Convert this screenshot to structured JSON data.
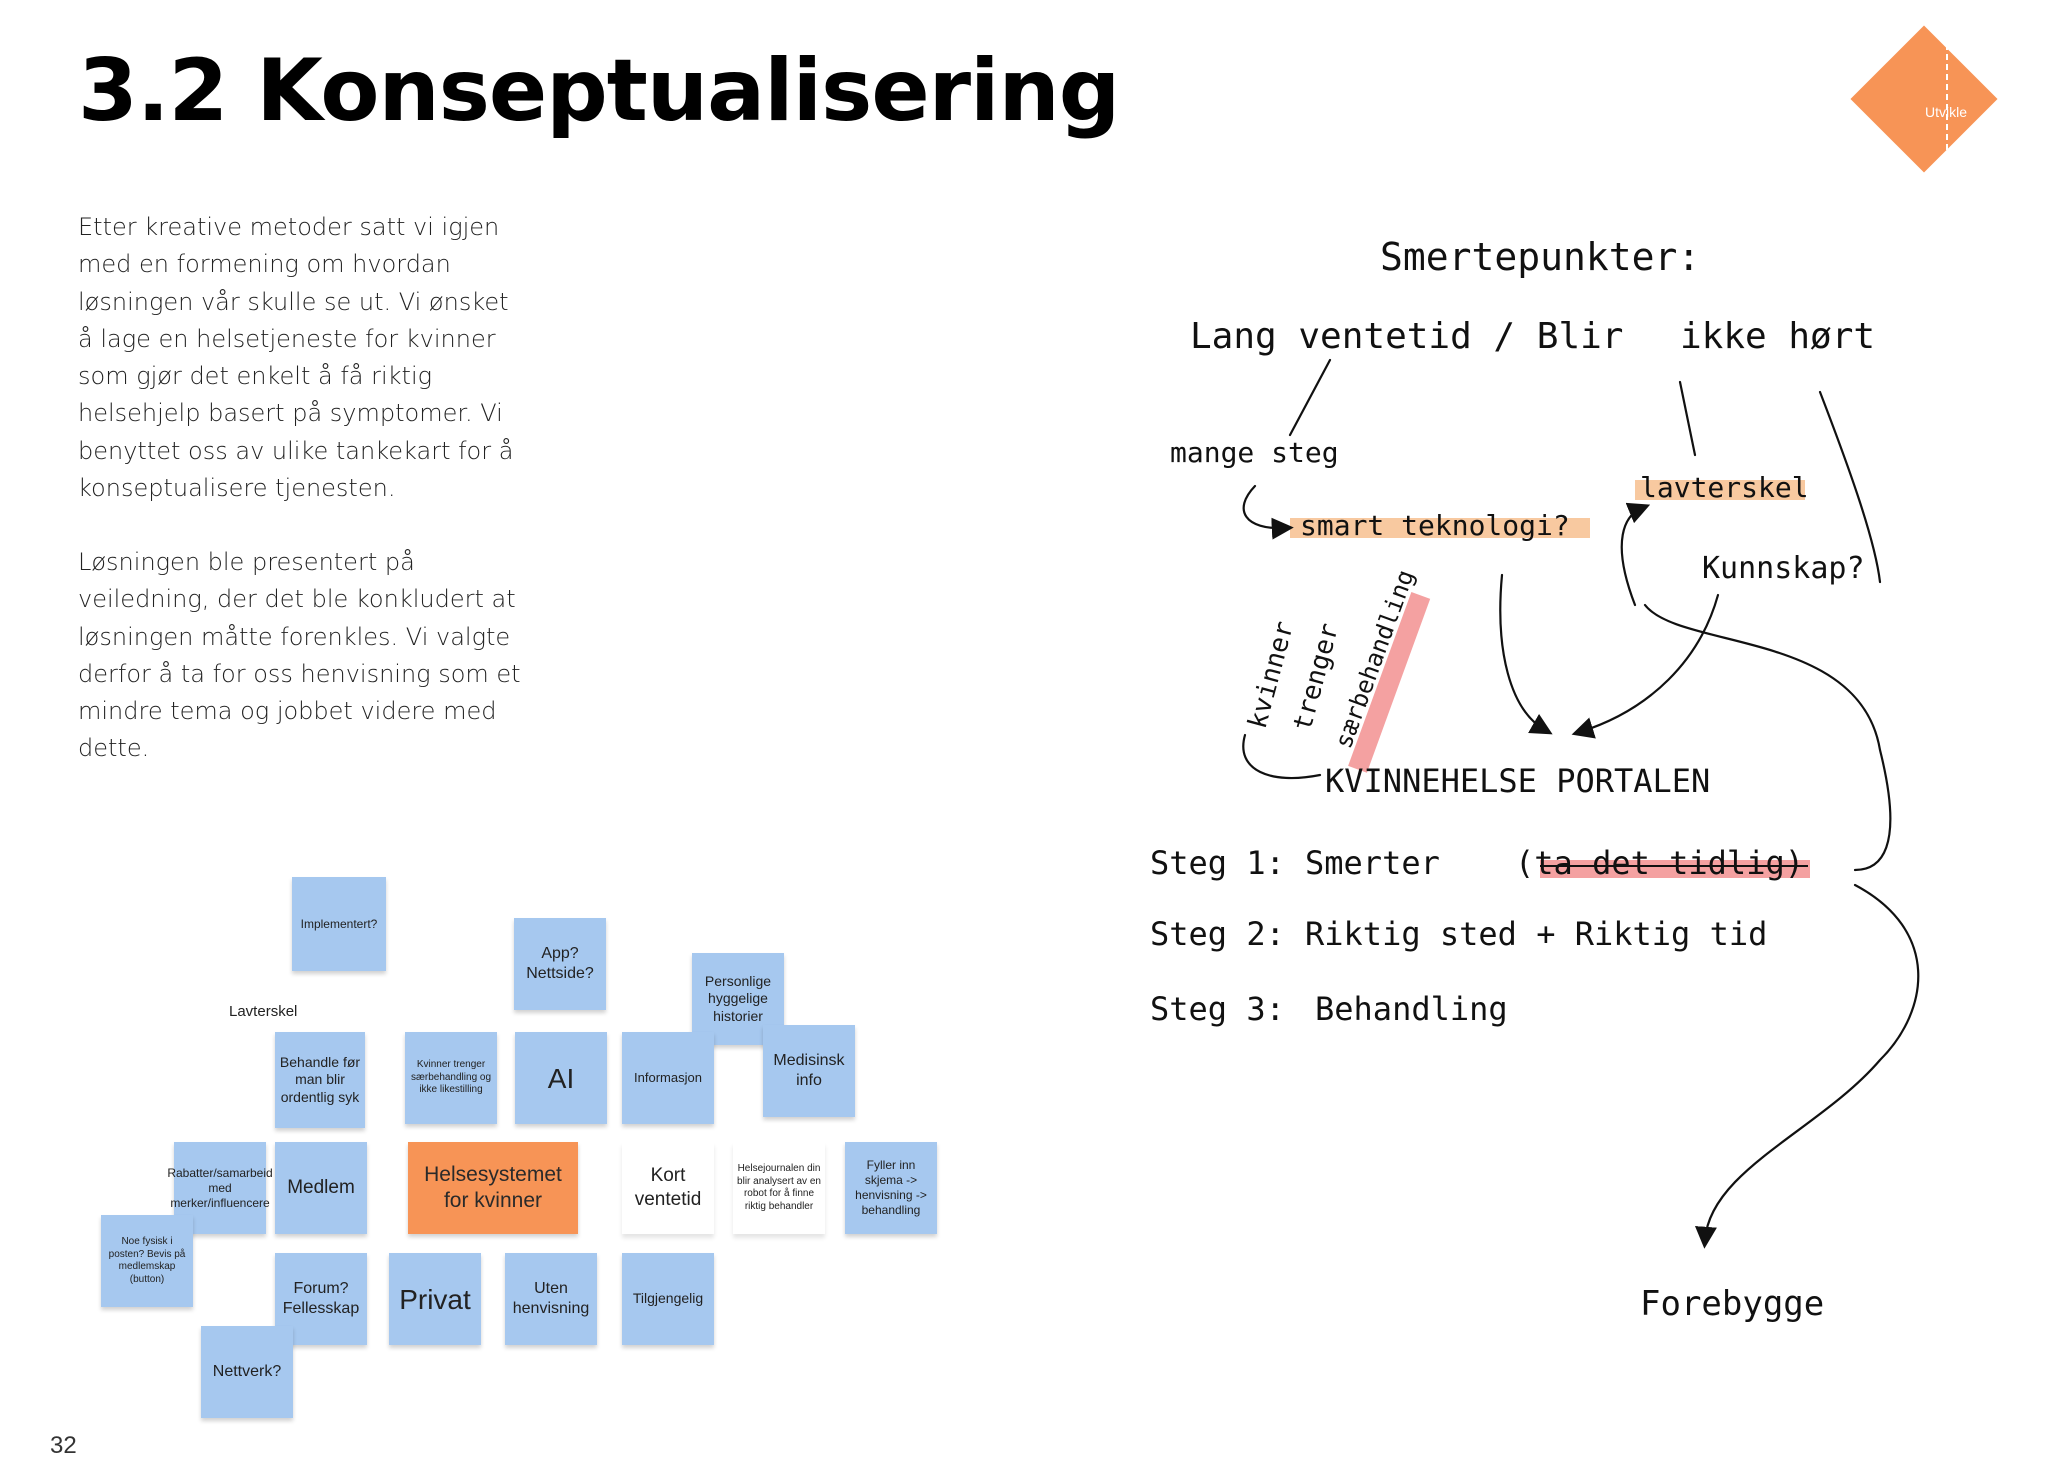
{
  "page": {
    "title": "3.2 Konseptualisering",
    "badge": "Utvikle",
    "paragraph1": "Etter kreative metoder satt vi igjen med en formening om hvordan løsningen vår skulle se ut. Vi ønsket å lage en helsetjeneste for kvinner som gjør det enkelt å få riktig helsehjelp basert på symptomer. Vi benyttet oss av ulike tankekart for å konseptualisere tjenesten.",
    "paragraph2": "Løsningen ble presentert på veiledning, der det ble konkludert at løsningen måtte forenkles. Vi valgte derfor å ta for oss henvisning som et mindre tema og jobbet videre med dette.",
    "page_number": "32"
  },
  "board": {
    "label": "Lavterskel",
    "notes": {
      "implementert": "Implementert?",
      "app": "App? Nettside?",
      "personlige": "Personlige hyggelige historier",
      "behandle": "Behandle før man blir ordentlig syk",
      "kvinner": "Kvinner trenger særbehandling og ikke likestilling",
      "ai": "AI",
      "informasjon": "Informasjon",
      "medisinsk": "Medisinsk info",
      "rabatter": "Rabatter/samarbeid med merker/influencere",
      "medlem": "Medlem",
      "helsesystemet": "Helsesystemet for kvinner",
      "kort": "Kort ventetid",
      "helsejournalen": "Helsejournalen din blir analysert av en robot for å finne riktig behandler",
      "fyller": "Fyller inn skjema -> henvisning -> behandling",
      "noe_fysisk": "Noe fysisk i posten? Bevis på medlemskap (button)",
      "forum": "Forum? Fellesskap",
      "privat": "Privat",
      "uten": "Uten henvisning",
      "tilgjengelig": "Tilgjengelig",
      "nettverk": "Nettverk?"
    }
  },
  "sketch": {
    "heading": "Smertepunkter:",
    "lang_ventetid": "Lang ventetid / Blir",
    "ikke_hort": "ikke hørt",
    "mange_steg": "mange steg",
    "smart_teknologi": "smart teknologi?",
    "lavterskel": "lavterskel",
    "kunnskap": "Kunnskap?",
    "kvinner": "kvinner",
    "trenger": "trenger",
    "saerbehandling": "særbehandling",
    "portal": "KVINNEHELSE PORTALEN",
    "steg1_label": "Steg 1:",
    "steg1_smerter": "Smerter",
    "steg1_paren": "(ta det tidlig)",
    "steg2_label": "Steg 2:",
    "steg2_text": "Riktig sted + Riktig tid",
    "steg3_label": "Steg 3:",
    "steg3_text": "Behandling",
    "forebygge": "Forebygge"
  },
  "colors": {
    "accent_orange": "#f79456",
    "sticky_blue": "#a6c8ef",
    "highlight_orange": "#f8c9a0",
    "highlight_red": "#f4a1a1"
  }
}
